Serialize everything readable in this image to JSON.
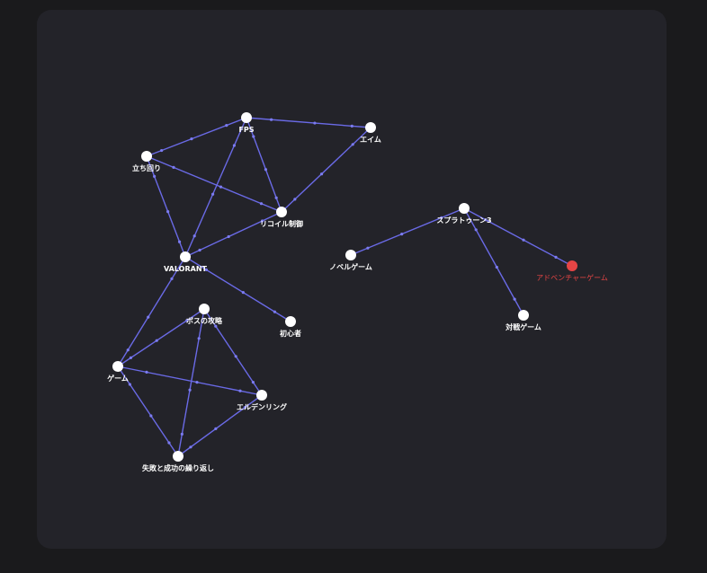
{
  "colors": {
    "background": "#1a1a1c",
    "panel": "#232329",
    "edge": "#6a6ae6",
    "node": "#ffffff",
    "highlight": "#e64545"
  },
  "graph": {
    "nodes": [
      {
        "id": "fps",
        "label": "FPS"
      },
      {
        "id": "aim",
        "label": "エイム"
      },
      {
        "id": "tachimawari",
        "label": "立ち回り"
      },
      {
        "id": "recoil",
        "label": "リコイル制御"
      },
      {
        "id": "valorant",
        "label": "VALORANT"
      },
      {
        "id": "shoshinsha",
        "label": "初心者"
      },
      {
        "id": "boss",
        "label": "ボスの攻略"
      },
      {
        "id": "game",
        "label": "ゲーム"
      },
      {
        "id": "eldenring",
        "label": "エルデンリング"
      },
      {
        "id": "shippai",
        "label": "失敗と成功の繰り返し"
      },
      {
        "id": "splatoon",
        "label": "スプラトゥーン3"
      },
      {
        "id": "novel",
        "label": "ノベルゲーム"
      },
      {
        "id": "adventure",
        "label": "アドベンチャーゲーム",
        "highlight": true
      },
      {
        "id": "taisen",
        "label": "対戦ゲーム"
      }
    ],
    "edges": [
      [
        "fps",
        "aim"
      ],
      [
        "fps",
        "tachimawari"
      ],
      [
        "fps",
        "recoil"
      ],
      [
        "fps",
        "valorant"
      ],
      [
        "aim",
        "recoil"
      ],
      [
        "tachimawari",
        "recoil"
      ],
      [
        "tachimawari",
        "valorant"
      ],
      [
        "recoil",
        "valorant"
      ],
      [
        "valorant",
        "shoshinsha"
      ],
      [
        "valorant",
        "game"
      ],
      [
        "boss",
        "game"
      ],
      [
        "boss",
        "eldenring"
      ],
      [
        "boss",
        "shippai"
      ],
      [
        "game",
        "eldenring"
      ],
      [
        "game",
        "shippai"
      ],
      [
        "eldenring",
        "shippai"
      ],
      [
        "splatoon",
        "novel"
      ],
      [
        "splatoon",
        "adventure"
      ],
      [
        "splatoon",
        "taisen"
      ]
    ]
  }
}
